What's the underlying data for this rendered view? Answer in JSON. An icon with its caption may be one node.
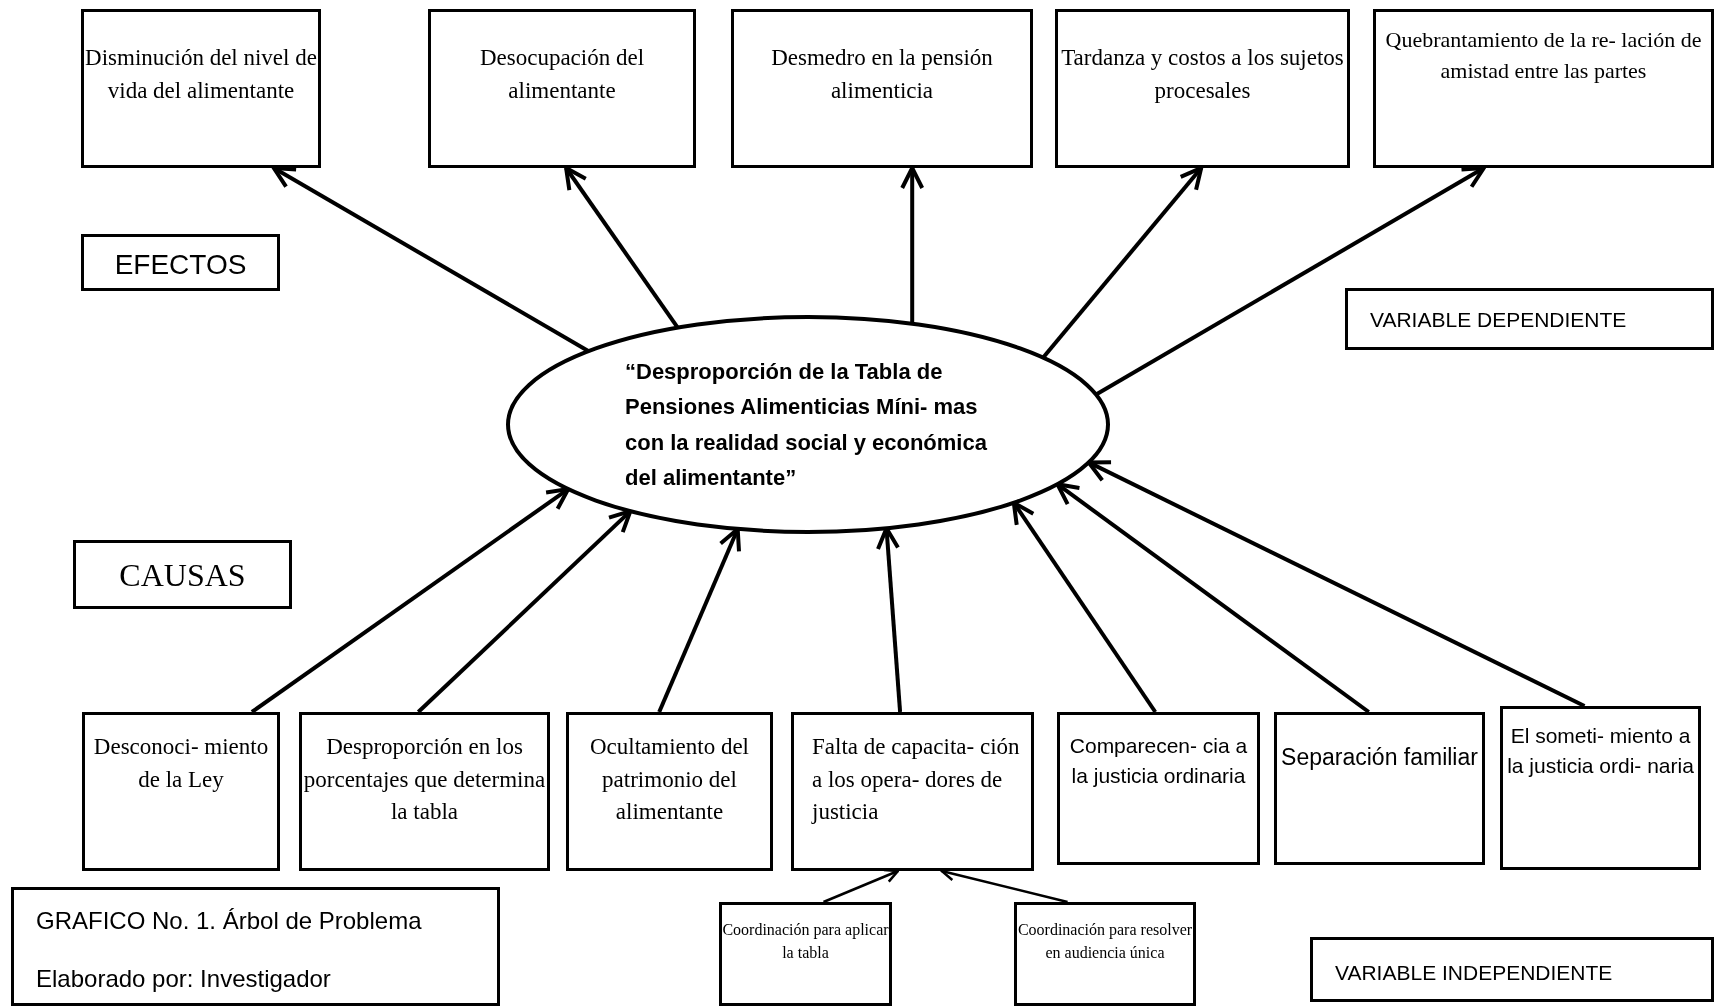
{
  "diagram": {
    "nodes": [
      {
        "text": [
          "“Desproporción de la Tabla de Pensiones Alimenticias Míni- mas con la realidad social y económica del alimentante”"
        ]
      },
      {
        "text": [
          "Disminución del nivel de vida del alimentante"
        ]
      },
      {
        "text": [
          "Desocupación del alimentante"
        ]
      },
      {
        "text": [
          "Desmedro en la pensión alimenticia"
        ]
      },
      {
        "text": [
          "Tardanza y costos a los sujetos procesales"
        ]
      },
      {
        "text": [
          "Quebrantamiento de la re- lación de amistad entre las partes"
        ]
      },
      {
        "text": [
          "EFECTOS"
        ]
      },
      {
        "text": [
          "VARIABLE  DEPENDIENTE"
        ]
      },
      {
        "text": [
          "CAUSAS"
        ]
      },
      {
        "text": [
          "Desconoci- miento de la Ley"
        ]
      },
      {
        "text": [
          "Desproporción en los porcentajes que determina la tabla"
        ]
      },
      {
        "text": [
          "Ocultamiento del patrimonio del alimentante"
        ]
      },
      {
        "text": [
          "Falta de capacita- ción a los opera- dores de justicia"
        ]
      },
      {
        "text": [
          "Comparecen- cia a la justicia ordinaria"
        ]
      },
      {
        "text": [
          "Separación familiar"
        ]
      },
      {
        "text": [
          "El someti- miento a la justicia ordi- naria"
        ]
      },
      {
        "text": [
          "GRAFICO No. 1. Árbol de Problema",
          "Elaborado por: Investigador"
        ]
      },
      {
        "text": [
          "Coordinación para aplicar la tabla"
        ]
      },
      {
        "text": [
          "Coordinación para resolver en audiencia única"
        ]
      },
      {
        "text": [
          "VARIABLE INDEPENDIENTE"
        ]
      }
    ],
    "edges": [
      {
        "from": 0,
        "to": 1,
        "arrow": "to"
      },
      {
        "from": 0,
        "to": 2,
        "arrow": "to"
      },
      {
        "from": 0,
        "to": 3,
        "arrow": "to"
      },
      {
        "from": 0,
        "to": 4,
        "arrow": "to"
      },
      {
        "from": 0,
        "to": 5,
        "arrow": "to"
      },
      {
        "from": 9,
        "to": 0,
        "arrow": "to"
      },
      {
        "from": 10,
        "to": 0,
        "arrow": "to"
      },
      {
        "from": 11,
        "to": 0,
        "arrow": "to"
      },
      {
        "from": 12,
        "to": 0,
        "arrow": "to"
      },
      {
        "from": 13,
        "to": 0,
        "arrow": "to"
      },
      {
        "from": 14,
        "to": 0,
        "arrow": "to"
      },
      {
        "from": 15,
        "to": 0,
        "arrow": "to"
      },
      {
        "from": 17,
        "to": 12,
        "arrow": "to"
      },
      {
        "from": 18,
        "to": 12,
        "arrow": "to"
      }
    ]
  }
}
